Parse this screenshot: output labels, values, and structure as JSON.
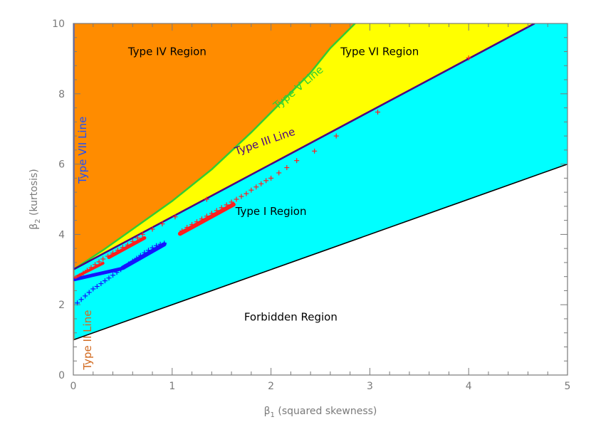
{
  "chart_data": {
    "type": "area",
    "xlabel_symbol": "β",
    "xlabel_sub": "1",
    "xlabel_text": " (squared skewness)",
    "ylabel_symbol": "β",
    "ylabel_sub": "2",
    "ylabel_text": " (kurtosis)",
    "xlim": [
      0,
      5
    ],
    "ylim": [
      0,
      10
    ],
    "x_ticks": [
      0,
      1,
      2,
      3,
      4,
      5
    ],
    "y_ticks": [
      0,
      2,
      4,
      6,
      8,
      10
    ],
    "colors": {
      "type_iv": "#ff8c00",
      "type_vi": "#ffff00",
      "type_i": "#00ffff",
      "forbidden": "#ffffff",
      "type_iii_line": "#4b0082",
      "type_v_line": "#32cd32",
      "type_vii_line": "#1e50ff",
      "type_ii_line": "#d2691e",
      "boundary": "#000000",
      "blue_markers": "#1414ff",
      "red_markers": "#ff1e1e"
    },
    "regions": [
      {
        "key": "type_iv",
        "label": "Type IV Region",
        "anchor": [
          0.95,
          9.1
        ]
      },
      {
        "key": "type_vi",
        "label": "Type VI Region",
        "anchor": [
          3.1,
          9.1
        ]
      },
      {
        "key": "type_i",
        "label": "Type I Region",
        "anchor": [
          2.0,
          4.55
        ]
      },
      {
        "key": "forbidden",
        "label": "Forbidden Region",
        "anchor": [
          2.2,
          1.55
        ]
      }
    ],
    "type_v_curve": [
      [
        0,
        3.0
      ],
      [
        0.3,
        3.55
      ],
      [
        0.6,
        4.15
      ],
      [
        1.0,
        4.95
      ],
      [
        1.4,
        5.85
      ],
      [
        1.8,
        6.9
      ],
      [
        2.1,
        7.75
      ],
      [
        2.4,
        8.6
      ],
      [
        2.6,
        9.3
      ],
      [
        2.85,
        10.0
      ]
    ],
    "series": [
      {
        "name": "Type III Line",
        "color_key": "type_iii_line",
        "points": [
          [
            0,
            3
          ],
          [
            4.667,
            10
          ]
        ],
        "label_anchor": [
          1.95,
          6.55
        ],
        "label_angle": -19
      },
      {
        "name": "Type V Line",
        "color_key": "type_v_line",
        "points": "type_v_curve",
        "label_anchor": [
          2.3,
          8.1
        ],
        "label_angle": -40
      },
      {
        "name": "Type VII Line",
        "color_key": "type_vii_line",
        "points": [
          [
            0,
            3
          ],
          [
            0,
            10
          ]
        ],
        "label_anchor": [
          0.13,
          6.4
        ],
        "label_angle": -90
      },
      {
        "name": "Type II Line",
        "color_key": "type_ii_line",
        "points": [
          [
            0,
            1
          ],
          [
            0,
            3
          ]
        ],
        "label_anchor": [
          0.18,
          1.0
        ],
        "label_angle": -90
      }
    ],
    "markers": {
      "blue": [
        [
          0.04,
          2.05
        ],
        [
          0.08,
          2.15
        ],
        [
          0.12,
          2.25
        ],
        [
          0.16,
          2.35
        ],
        [
          0.2,
          2.45
        ],
        [
          0.24,
          2.52
        ],
        [
          0.28,
          2.6
        ],
        [
          0.32,
          2.68
        ],
        [
          0.36,
          2.76
        ],
        [
          0.4,
          2.84
        ],
        [
          0.44,
          2.92
        ],
        [
          0.48,
          3.0
        ],
        [
          0.52,
          3.08
        ],
        [
          0.56,
          3.16
        ],
        [
          0.6,
          3.24
        ],
        [
          0.64,
          3.32
        ],
        [
          0.68,
          3.4
        ],
        [
          0.72,
          3.48
        ],
        [
          0.76,
          3.55
        ],
        [
          0.8,
          3.62
        ],
        [
          0.84,
          3.68
        ],
        [
          0.88,
          3.72
        ],
        [
          0.92,
          3.75
        ]
      ],
      "red": [
        [
          0.02,
          2.75
        ],
        [
          0.06,
          2.82
        ],
        [
          0.1,
          2.9
        ],
        [
          0.14,
          2.98
        ],
        [
          0.18,
          3.06
        ],
        [
          0.22,
          3.14
        ],
        [
          0.26,
          3.22
        ],
        [
          0.3,
          3.3
        ],
        [
          0.35,
          3.38
        ],
        [
          0.4,
          3.47
        ],
        [
          0.45,
          3.55
        ],
        [
          0.5,
          3.63
        ],
        [
          0.55,
          3.7
        ],
        [
          0.6,
          3.8
        ],
        [
          0.65,
          3.9
        ],
        [
          0.7,
          4.0
        ],
        [
          0.8,
          4.15
        ],
        [
          0.9,
          4.3
        ],
        [
          1.03,
          4.5
        ],
        [
          1.1,
          4.1
        ],
        [
          1.15,
          4.2
        ],
        [
          1.2,
          4.28
        ],
        [
          1.25,
          4.36
        ],
        [
          1.3,
          4.44
        ],
        [
          1.35,
          4.52
        ],
        [
          1.4,
          4.6
        ],
        [
          1.45,
          4.68
        ],
        [
          1.5,
          4.76
        ],
        [
          1.55,
          4.84
        ],
        [
          1.6,
          4.92
        ],
        [
          1.35,
          5.0
        ],
        [
          1.65,
          5.0
        ],
        [
          1.7,
          5.08
        ],
        [
          1.75,
          5.16
        ],
        [
          1.8,
          5.26
        ],
        [
          1.85,
          5.35
        ],
        [
          1.9,
          5.44
        ],
        [
          1.95,
          5.53
        ],
        [
          2.0,
          5.6
        ],
        [
          2.08,
          5.75
        ],
        [
          2.16,
          5.9
        ],
        [
          2.26,
          6.1
        ],
        [
          2.44,
          6.37
        ],
        [
          2.66,
          6.8
        ],
        [
          3.08,
          7.48
        ],
        [
          4.0,
          9.02
        ]
      ]
    }
  }
}
